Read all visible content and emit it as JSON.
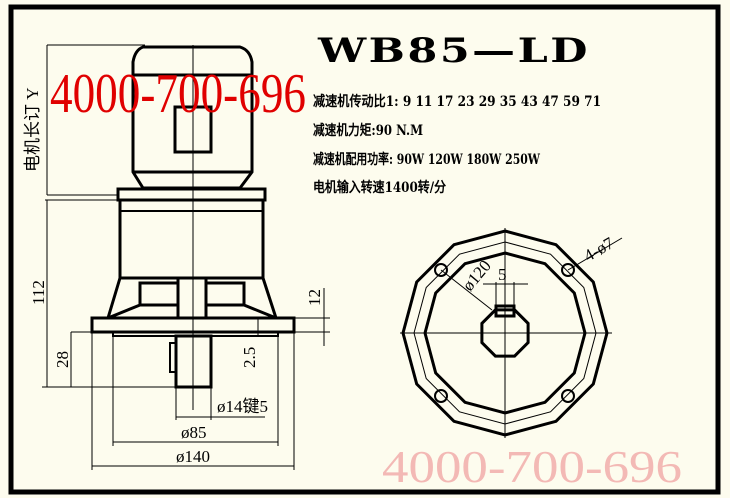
{
  "drawing": {
    "title": "WB85—LD",
    "watermark_primary": "4000-700-696",
    "watermark_secondary": "4000-700-696",
    "motor_length_label": "电机长订 Y",
    "specs": [
      "减速机传动比1: 9   11   17 23 29 35 43 47 59 71",
      "减速机力矩:90 N.M",
      "减速机配用功率:  90W 120W 180W 250W",
      "电机输入转速1400转/分"
    ],
    "dimensions": {
      "height_112": "112",
      "height_28": "28",
      "height_2_5": "2.5",
      "height_12": "12",
      "shaft_dia": "ø14键5",
      "spigot_dia": "ø85",
      "flange_dia": "ø140",
      "key_width": "5",
      "bolt_circle": "ø120",
      "holes": "4-ø7"
    },
    "colors": {
      "background": "#fdfcee",
      "watermark": "#e00000",
      "watermark_light": "#f3b9b5"
    }
  }
}
